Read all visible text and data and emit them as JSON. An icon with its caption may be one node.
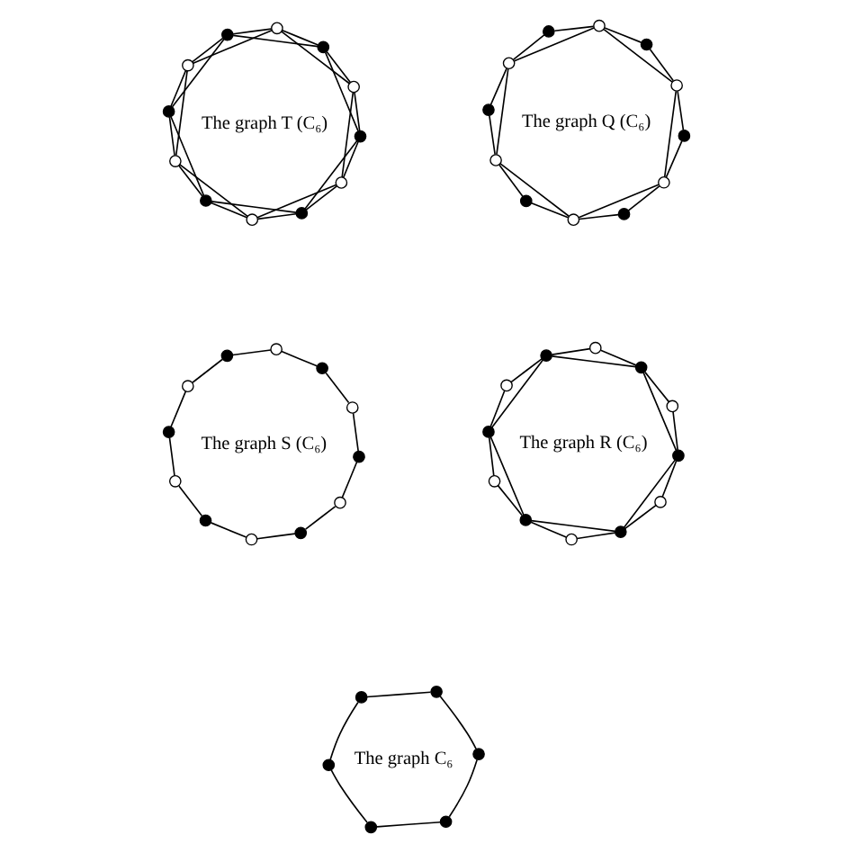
{
  "diagram": {
    "nodes": [
      {
        "text": [],
        "shape": "dot"
      },
      {
        "text": [],
        "shape": "circle"
      },
      {
        "text": [],
        "shape": "dot"
      },
      {
        "text": [],
        "shape": "circle"
      },
      {
        "text": [],
        "shape": "dot"
      },
      {
        "text": [],
        "shape": "circle"
      },
      {
        "text": [],
        "shape": "dot"
      },
      {
        "text": [],
        "shape": "circle"
      },
      {
        "text": [],
        "shape": "dot"
      },
      {
        "text": [],
        "shape": "circle"
      },
      {
        "text": [],
        "shape": "dot"
      },
      {
        "text": [],
        "shape": "circle"
      },
      {
        "text": [],
        "shape": "dot"
      },
      {
        "text": [],
        "shape": "circle"
      },
      {
        "text": [],
        "shape": "dot"
      },
      {
        "text": [],
        "shape": "circle"
      },
      {
        "text": [],
        "shape": "dot"
      },
      {
        "text": [],
        "shape": "circle"
      },
      {
        "text": [],
        "shape": "dot"
      },
      {
        "text": [],
        "shape": "circle"
      },
      {
        "text": [],
        "shape": "dot"
      },
      {
        "text": [],
        "shape": "circle"
      },
      {
        "text": [],
        "shape": "dot"
      },
      {
        "text": [],
        "shape": "circle"
      },
      {
        "text": [],
        "shape": "dot"
      },
      {
        "text": [],
        "shape": "dot"
      },
      {
        "text": [],
        "shape": "dot"
      },
      {
        "text": [],
        "shape": "dot"
      },
      {
        "text": [],
        "shape": "dot"
      },
      {
        "text": [],
        "shape": "dot"
      },
      {
        "text": [],
        "shape": "dot"
      },
      {
        "text": [],
        "shape": "circle"
      },
      {
        "text": [],
        "shape": "dot"
      },
      {
        "text": [],
        "shape": "circle"
      },
      {
        "text": [],
        "shape": "dot"
      },
      {
        "text": [],
        "shape": "circle"
      },
      {
        "text": [],
        "shape": "dot"
      },
      {
        "text": [],
        "shape": "circle"
      },
      {
        "text": [],
        "shape": "dot"
      },
      {
        "text": [],
        "shape": "circle"
      },
      {
        "text": [],
        "shape": "dot"
      },
      {
        "text": [],
        "shape": "circle"
      },
      {
        "text": [],
        "shape": "dot"
      },
      {
        "text": [],
        "shape": "circle"
      },
      {
        "text": [],
        "shape": "dot"
      },
      {
        "text": [],
        "shape": "circle"
      },
      {
        "text": [],
        "shape": "dot"
      },
      {
        "text": [],
        "shape": "circle"
      },
      {
        "text": [],
        "shape": "dot"
      },
      {
        "text": [],
        "shape": "circle"
      },
      {
        "text": [],
        "shape": "dot"
      },
      {
        "text": [],
        "shape": "circle"
      },
      {
        "text": [],
        "shape": "dot"
      },
      {
        "text": [],
        "shape": "circle"
      }
    ],
    "edges": [
      {
        "from": 0,
        "to": 1,
        "arrow": "none"
      },
      {
        "from": 1,
        "to": 2,
        "arrow": "none"
      },
      {
        "from": 2,
        "to": 3,
        "arrow": "none"
      },
      {
        "from": 3,
        "to": 4,
        "arrow": "none"
      },
      {
        "from": 4,
        "to": 5,
        "arrow": "none"
      },
      {
        "from": 5,
        "to": 6,
        "arrow": "none"
      },
      {
        "from": 6,
        "to": 7,
        "arrow": "none"
      },
      {
        "from": 7,
        "to": 8,
        "arrow": "none"
      },
      {
        "from": 8,
        "to": 9,
        "arrow": "none"
      },
      {
        "from": 9,
        "to": 10,
        "arrow": "none"
      },
      {
        "from": 10,
        "to": 11,
        "arrow": "none"
      },
      {
        "from": 11,
        "to": 0,
        "arrow": "none"
      },
      {
        "from": 12,
        "to": 13,
        "arrow": "none"
      },
      {
        "from": 13,
        "to": 14,
        "arrow": "none"
      },
      {
        "from": 14,
        "to": 15,
        "arrow": "none"
      },
      {
        "from": 15,
        "to": 16,
        "arrow": "none"
      },
      {
        "from": 16,
        "to": 17,
        "arrow": "none"
      },
      {
        "from": 17,
        "to": 18,
        "arrow": "none"
      },
      {
        "from": 18,
        "to": 19,
        "arrow": "none"
      },
      {
        "from": 19,
        "to": 20,
        "arrow": "none"
      },
      {
        "from": 20,
        "to": 21,
        "arrow": "none"
      },
      {
        "from": 21,
        "to": 22,
        "arrow": "none"
      },
      {
        "from": 22,
        "to": 23,
        "arrow": "none"
      },
      {
        "from": 23,
        "to": 12,
        "arrow": "none"
      },
      {
        "from": 12,
        "to": 14,
        "arrow": "none"
      },
      {
        "from": 14,
        "to": 16,
        "arrow": "none"
      },
      {
        "from": 16,
        "to": 18,
        "arrow": "none"
      },
      {
        "from": 18,
        "to": 20,
        "arrow": "none"
      },
      {
        "from": 20,
        "to": 22,
        "arrow": "none"
      },
      {
        "from": 22,
        "to": 12,
        "arrow": "none"
      },
      {
        "from": 24,
        "to": 25,
        "arrow": "none"
      },
      {
        "from": 25,
        "to": 26,
        "arrow": "none"
      },
      {
        "from": 26,
        "to": 27,
        "arrow": "none"
      },
      {
        "from": 27,
        "to": 28,
        "arrow": "none"
      },
      {
        "from": 28,
        "to": 29,
        "arrow": "none"
      },
      {
        "from": 29,
        "to": 24,
        "arrow": "none"
      },
      {
        "from": 30,
        "to": 31,
        "arrow": "none"
      },
      {
        "from": 31,
        "to": 32,
        "arrow": "none"
      },
      {
        "from": 32,
        "to": 33,
        "arrow": "none"
      },
      {
        "from": 33,
        "to": 34,
        "arrow": "none"
      },
      {
        "from": 34,
        "to": 35,
        "arrow": "none"
      },
      {
        "from": 35,
        "to": 36,
        "arrow": "none"
      },
      {
        "from": 36,
        "to": 37,
        "arrow": "none"
      },
      {
        "from": 37,
        "to": 38,
        "arrow": "none"
      },
      {
        "from": 38,
        "to": 39,
        "arrow": "none"
      },
      {
        "from": 39,
        "to": 40,
        "arrow": "none"
      },
      {
        "from": 40,
        "to": 41,
        "arrow": "none"
      },
      {
        "from": 41,
        "to": 30,
        "arrow": "none"
      },
      {
        "from": 31,
        "to": 33,
        "arrow": "none"
      },
      {
        "from": 33,
        "to": 35,
        "arrow": "none"
      },
      {
        "from": 35,
        "to": 37,
        "arrow": "none"
      },
      {
        "from": 37,
        "to": 39,
        "arrow": "none"
      },
      {
        "from": 39,
        "to": 41,
        "arrow": "none"
      },
      {
        "from": 41,
        "to": 31,
        "arrow": "none"
      },
      {
        "from": 42,
        "to": 43,
        "arrow": "none"
      },
      {
        "from": 43,
        "to": 44,
        "arrow": "none"
      },
      {
        "from": 44,
        "to": 45,
        "arrow": "none"
      },
      {
        "from": 45,
        "to": 46,
        "arrow": "none"
      },
      {
        "from": 46,
        "to": 47,
        "arrow": "none"
      },
      {
        "from": 47,
        "to": 48,
        "arrow": "none"
      },
      {
        "from": 48,
        "to": 49,
        "arrow": "none"
      },
      {
        "from": 49,
        "to": 50,
        "arrow": "none"
      },
      {
        "from": 50,
        "to": 51,
        "arrow": "none"
      },
      {
        "from": 51,
        "to": 52,
        "arrow": "none"
      },
      {
        "from": 52,
        "to": 53,
        "arrow": "none"
      },
      {
        "from": 53,
        "to": 42,
        "arrow": "none"
      },
      {
        "from": 42,
        "to": 44,
        "arrow": "none"
      },
      {
        "from": 44,
        "to": 46,
        "arrow": "none"
      },
      {
        "from": 46,
        "to": 48,
        "arrow": "none"
      },
      {
        "from": 48,
        "to": 50,
        "arrow": "none"
      },
      {
        "from": 50,
        "to": 52,
        "arrow": "none"
      },
      {
        "from": 52,
        "to": 42,
        "arrow": "none"
      },
      {
        "from": 43,
        "to": 45,
        "arrow": "none"
      },
      {
        "from": 45,
        "to": 47,
        "arrow": "none"
      },
      {
        "from": 47,
        "to": 49,
        "arrow": "none"
      },
      {
        "from": 49,
        "to": 51,
        "arrow": "none"
      },
      {
        "from": 51,
        "to": 53,
        "arrow": "none"
      },
      {
        "from": 53,
        "to": 43,
        "arrow": "none"
      }
    ],
    "labels": [
      "The graph S (C₆)",
      "The graph R (C₆)",
      "The graph C₆",
      "The graph Q (C₆)",
      "The graph T (C₆)"
    ]
  }
}
